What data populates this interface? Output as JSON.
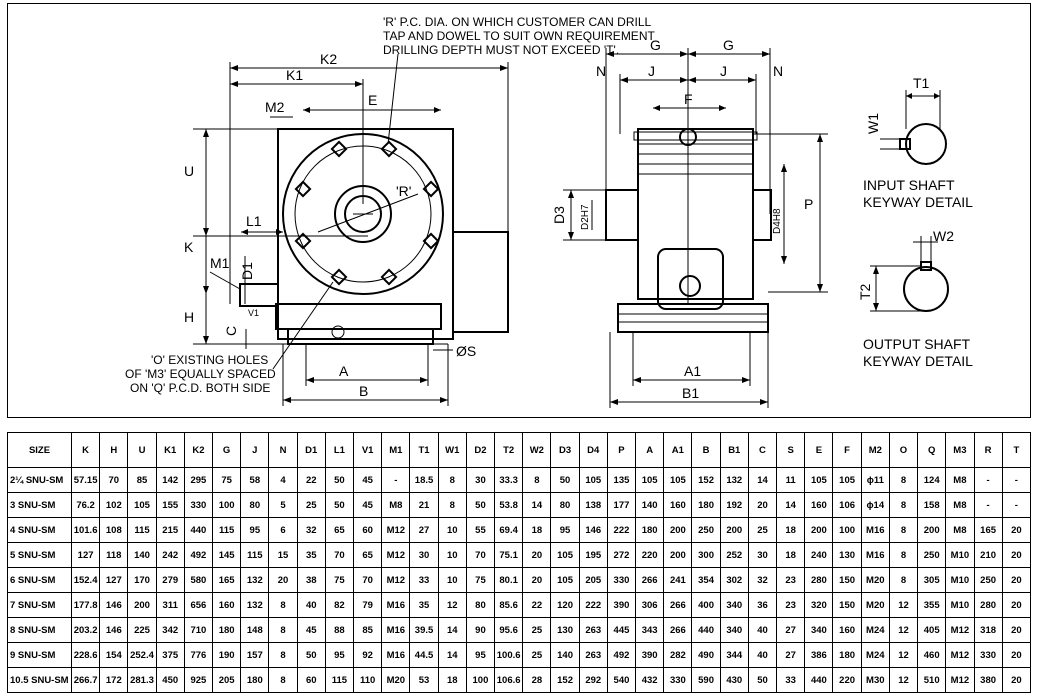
{
  "notes": {
    "rpcd_line1": "'R' P.C. DIA. ON WHICH CUSTOMER CAN DRILL",
    "rpcd_line2": "TAP AND DOWEL TO SUIT OWN REQUIREMENT",
    "rpcd_line3": "DRILLING DEPTH MUST NOT EXCEED 'T'.",
    "holes_line1": "'O' EXISTING HOLES",
    "holes_line2": "OF 'M3' EQUALLY SPACED",
    "holes_line3": "ON 'Q' P.C.D. BOTH SIDE",
    "input_line1": "INPUT SHAFT",
    "input_line2": "KEYWAY DETAIL",
    "output_line1": "OUTPUT SHAFT",
    "output_line2": "KEYWAY DETAIL"
  },
  "dims": {
    "K2": "K2",
    "K1": "K1",
    "M2": "M2",
    "E": "E",
    "U": "U",
    "L1": "L1",
    "K": "K",
    "M1": "M1",
    "D1": "D1",
    "V1": "V1",
    "H": "H",
    "C": "C",
    "A": "A",
    "B": "B",
    "S": "ØS",
    "R": "'R'",
    "G_left": "G",
    "G_right": "G",
    "N_left": "N",
    "N_right": "N",
    "J_left": "J",
    "J_right": "J",
    "F": "F",
    "D3": "D3",
    "D2": "D2H7",
    "D4": "D4H8",
    "P": "P",
    "T2": "T2",
    "A1": "A1",
    "B1": "B1",
    "T1": "T1",
    "W1": "W1",
    "W2": "W2"
  },
  "table": {
    "headers": [
      "SIZE",
      "K",
      "H",
      "U",
      "K1",
      "K2",
      "G",
      "J",
      "N",
      "D1",
      "L1",
      "V1",
      "M1",
      "T1",
      "W1",
      "D2",
      "T2",
      "W2",
      "D3",
      "D4",
      "P",
      "A",
      "A1",
      "B",
      "B1",
      "C",
      "S",
      "E",
      "F",
      "M2",
      "O",
      "Q",
      "M3",
      "R",
      "T"
    ],
    "rows": [
      [
        "2¼ SNU-SM",
        "57.15",
        "70",
        "85",
        "142",
        "295",
        "75",
        "58",
        "4",
        "22",
        "50",
        "45",
        "-",
        "18.5",
        "8",
        "30",
        "33.3",
        "8",
        "50",
        "105",
        "135",
        "105",
        "105",
        "152",
        "132",
        "14",
        "11",
        "105",
        "105",
        "ϕ11",
        "8",
        "124",
        "M8",
        "-",
        "-"
      ],
      [
        "3 SNU-SM",
        "76.2",
        "102",
        "105",
        "155",
        "330",
        "100",
        "80",
        "5",
        "25",
        "50",
        "45",
        "M8",
        "21",
        "8",
        "50",
        "53.8",
        "14",
        "80",
        "138",
        "177",
        "140",
        "160",
        "180",
        "192",
        "20",
        "14",
        "160",
        "106",
        "ϕ14",
        "8",
        "158",
        "M8",
        "-",
        "-"
      ],
      [
        "4 SNU-SM",
        "101.6",
        "108",
        "115",
        "215",
        "440",
        "115",
        "95",
        "6",
        "32",
        "65",
        "60",
        "M12",
        "27",
        "10",
        "55",
        "69.4",
        "18",
        "95",
        "146",
        "222",
        "180",
        "200",
        "250",
        "200",
        "25",
        "18",
        "200",
        "100",
        "M16",
        "8",
        "200",
        "M8",
        "165",
        "20"
      ],
      [
        "5 SNU-SM",
        "127",
        "118",
        "140",
        "242",
        "492",
        "145",
        "115",
        "15",
        "35",
        "70",
        "65",
        "M12",
        "30",
        "10",
        "70",
        "75.1",
        "20",
        "105",
        "195",
        "272",
        "220",
        "200",
        "300",
        "252",
        "30",
        "18",
        "240",
        "130",
        "M16",
        "8",
        "250",
        "M10",
        "210",
        "20"
      ],
      [
        "6 SNU-SM",
        "152.4",
        "127",
        "170",
        "279",
        "580",
        "165",
        "132",
        "20",
        "38",
        "75",
        "70",
        "M12",
        "33",
        "10",
        "75",
        "80.1",
        "20",
        "105",
        "205",
        "330",
        "266",
        "241",
        "354",
        "302",
        "32",
        "23",
        "280",
        "150",
        "M20",
        "8",
        "305",
        "M10",
        "250",
        "20"
      ],
      [
        "7 SNU-SM",
        "177.8",
        "146",
        "200",
        "311",
        "656",
        "160",
        "132",
        "8",
        "40",
        "82",
        "79",
        "M16",
        "35",
        "12",
        "80",
        "85.6",
        "22",
        "120",
        "222",
        "390",
        "306",
        "266",
        "400",
        "340",
        "36",
        "23",
        "320",
        "150",
        "M20",
        "12",
        "355",
        "M10",
        "280",
        "20"
      ],
      [
        "8 SNU-SM",
        "203.2",
        "146",
        "225",
        "342",
        "710",
        "180",
        "148",
        "8",
        "45",
        "88",
        "85",
        "M16",
        "39.5",
        "14",
        "90",
        "95.6",
        "25",
        "130",
        "263",
        "445",
        "343",
        "266",
        "440",
        "340",
        "40",
        "27",
        "340",
        "160",
        "M24",
        "12",
        "405",
        "M12",
        "318",
        "20"
      ],
      [
        "9 SNU-SM",
        "228.6",
        "154",
        "252.4",
        "375",
        "776",
        "190",
        "157",
        "8",
        "50",
        "95",
        "92",
        "M16",
        "44.5",
        "14",
        "95",
        "100.6",
        "25",
        "140",
        "263",
        "492",
        "390",
        "282",
        "490",
        "344",
        "40",
        "27",
        "386",
        "180",
        "M24",
        "12",
        "460",
        "M12",
        "330",
        "20"
      ],
      [
        "10.5 SNU-SM",
        "266.7",
        "172",
        "281.3",
        "450",
        "925",
        "205",
        "180",
        "8",
        "60",
        "115",
        "110",
        "M20",
        "53",
        "18",
        "100",
        "106.6",
        "28",
        "152",
        "292",
        "540",
        "432",
        "330",
        "590",
        "430",
        "50",
        "33",
        "440",
        "220",
        "M30",
        "12",
        "510",
        "M12",
        "380",
        "20"
      ]
    ]
  }
}
